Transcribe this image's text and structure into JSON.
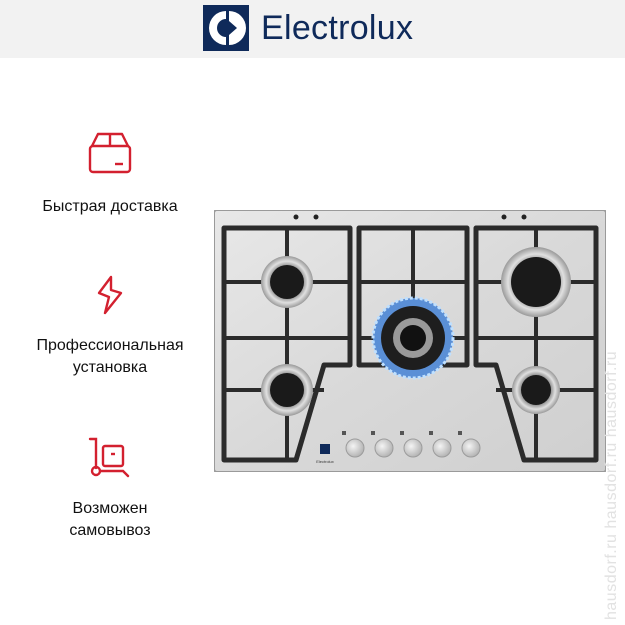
{
  "header": {
    "brand": "Electrolux",
    "brand_color": "#0f2a5a",
    "background": "#f2f2f2"
  },
  "features": [
    {
      "icon": "box-icon",
      "label_lines": [
        "Быстрая доставка"
      ]
    },
    {
      "icon": "lightning-icon",
      "label_lines": [
        "Профессиональная",
        "установка"
      ]
    },
    {
      "icon": "hand-truck-icon",
      "label_lines": [
        "Возможен",
        "самовывоз"
      ]
    }
  ],
  "accent_color": "#d3202f",
  "product": {
    "description": "Electrolux stainless steel gas hob with 5 burners and cast-iron grates",
    "burners": 5,
    "knobs": 5,
    "panel_brand": "Electrolux"
  },
  "watermark": "hausdorf.ru   hausdorf.ru   hausdorf.ru"
}
